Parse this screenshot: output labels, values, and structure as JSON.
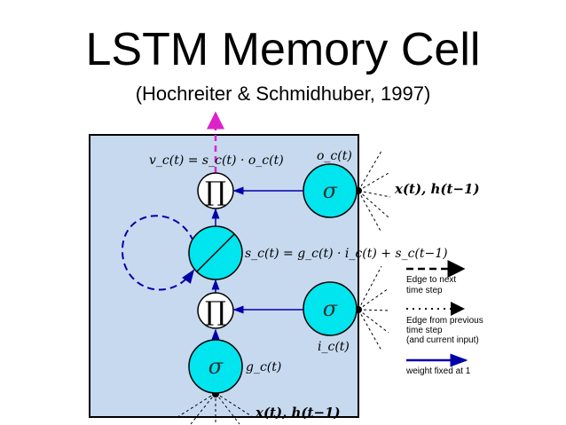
{
  "title": "LSTM Memory Cell",
  "subtitle": "(Hochreiter & Schmidhuber, 1997)",
  "nodes": {
    "output_product": "∏",
    "input_product": "∏",
    "output_gate": "σ",
    "input_gate": "σ",
    "input_node": "σ"
  },
  "equations": {
    "output": "v_c(t) = s_c(t) · o_c(t)",
    "state": "s_c(t) = g_c(t) · i_c(t) + s_c(t−1)",
    "output_gate_label": "o_c(t)",
    "input_gate_label": "i_c(t)",
    "input_node_label": "g_c(t)",
    "input_right": "x(t), h(t−1)",
    "input_bottom": "x(t), h(t−1)"
  },
  "legend": {
    "dashed": [
      "Edge to next",
      "time step"
    ],
    "dotted": [
      "Edge from previous",
      "time step",
      "(and current input)"
    ],
    "solid": [
      "weight fixed at 1"
    ]
  },
  "colors": {
    "box": "#c6d9ef",
    "node": "#00e5ee",
    "arrow": "#0000aa",
    "output": "#dd22cc"
  }
}
